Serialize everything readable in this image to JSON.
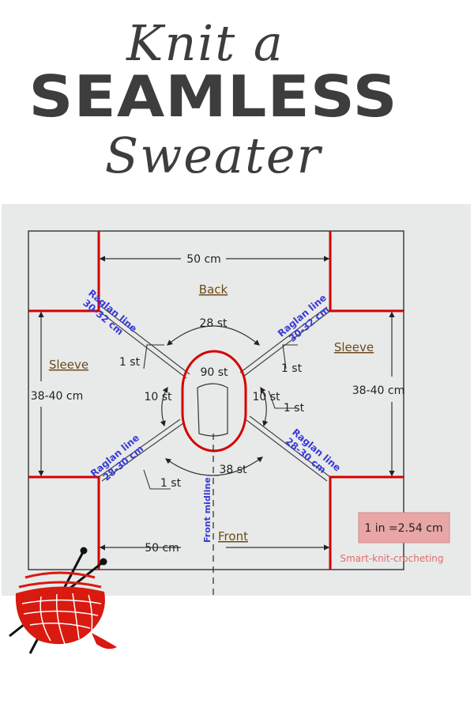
{
  "title": {
    "line1": "Knit a",
    "line2": "SEAMLESS",
    "line3": "Sweater"
  },
  "diagram": {
    "width_top": "50 cm",
    "width_bottom": "50 cm",
    "back_label": "Back",
    "front_label": "Front",
    "sleeve_left_label": "Sleeve",
    "sleeve_right_label": "Sleeve",
    "height_left": "38-40 cm",
    "height_right": "38-40 cm",
    "neck_back_st": "28 st",
    "neck_front_st": "38 st",
    "neck_total_st": "90 st",
    "neck_left_side_st": "10 st",
    "neck_right_side_st": "10 st",
    "one_st_tl": "1 st",
    "one_st_tr": "1 st",
    "one_st_bl": "1 st",
    "one_st_br": "1 st",
    "raglan_tl_name": "Raglan line",
    "raglan_tl_size": "30-32 cm",
    "raglan_tr_name": "Raglan line",
    "raglan_tr_size": "30-32 cm",
    "raglan_bl_name": "Raglan line",
    "raglan_bl_size": "28-30 cm",
    "raglan_br_name": "Raglan line",
    "raglan_br_size": "28-30 cm",
    "front_midline": "Front midline",
    "conversion": "1 in =2.54 cm",
    "watermark": "Smart-knit-crocheting"
  },
  "colors": {
    "title": "#3d3d3d",
    "background_panel": "#e8eae9",
    "raglan_red": "#d40000",
    "raglan_text_blue": "#3a3ad8",
    "label_brown": "#6b4a1a",
    "conversion_bg": "#e8a6a6",
    "watermark": "#e06a6a",
    "yarn_ball_red": "#d81a10"
  },
  "icons": {
    "logo": "yarn-ball-with-knitting-needles-icon"
  }
}
